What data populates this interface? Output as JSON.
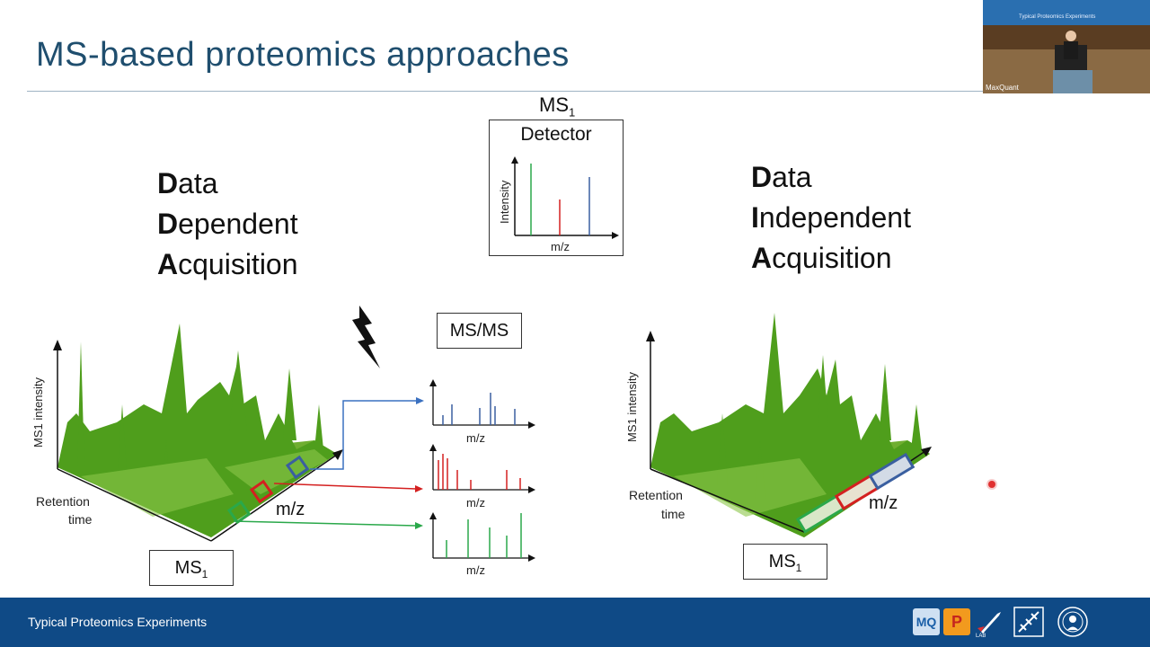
{
  "slide": {
    "title": "MS-based proteomics approaches"
  },
  "detector": {
    "ms_label": "MS",
    "ms_sub": "1",
    "title": "Detector",
    "ylabel": "Intensity",
    "xlabel": "m/z"
  },
  "dda": {
    "line1_initial": "D",
    "line1_rest": "ata",
    "line2_initial": "D",
    "line2_rest": "ependent",
    "line3_initial": "A",
    "line3_rest": "cquisition",
    "ylabel": "MS1 intensity",
    "xlabel_time_1": "Retention",
    "xlabel_time_2": "time",
    "xlabel_mz": "m/z",
    "ms1_box": "MS",
    "ms1_sub": "1"
  },
  "msms": {
    "box": "MS/MS",
    "xlabel_1": "m/z",
    "xlabel_2": "m/z",
    "xlabel_3": "m/z"
  },
  "dia": {
    "line1_initial": "D",
    "line1_rest": "ata",
    "line2_initial": "I",
    "line2_rest": "ndependent",
    "line3_initial": "A",
    "line3_rest": "cquisition",
    "ylabel": "MS1 intensity",
    "xlabel_time_1": "Retention",
    "xlabel_time_2": "time",
    "xlabel_mz": "m/z",
    "ms1_box": "MS",
    "ms1_sub": "1"
  },
  "footer": {
    "text": "Typical Proteomics Experiments",
    "logos": [
      "MQ",
      "P",
      "LAB"
    ]
  },
  "webcam": {
    "caption": "MaxQuant",
    "screen_text": "Typical Proteomics Experiments"
  },
  "colors": {
    "footer_bg": "#0f4a86",
    "title": "#1f4e6e",
    "green": "#2aa84a",
    "red": "#d42020",
    "blue": "#3a5fa0",
    "landscape": "#4f9e1c"
  }
}
